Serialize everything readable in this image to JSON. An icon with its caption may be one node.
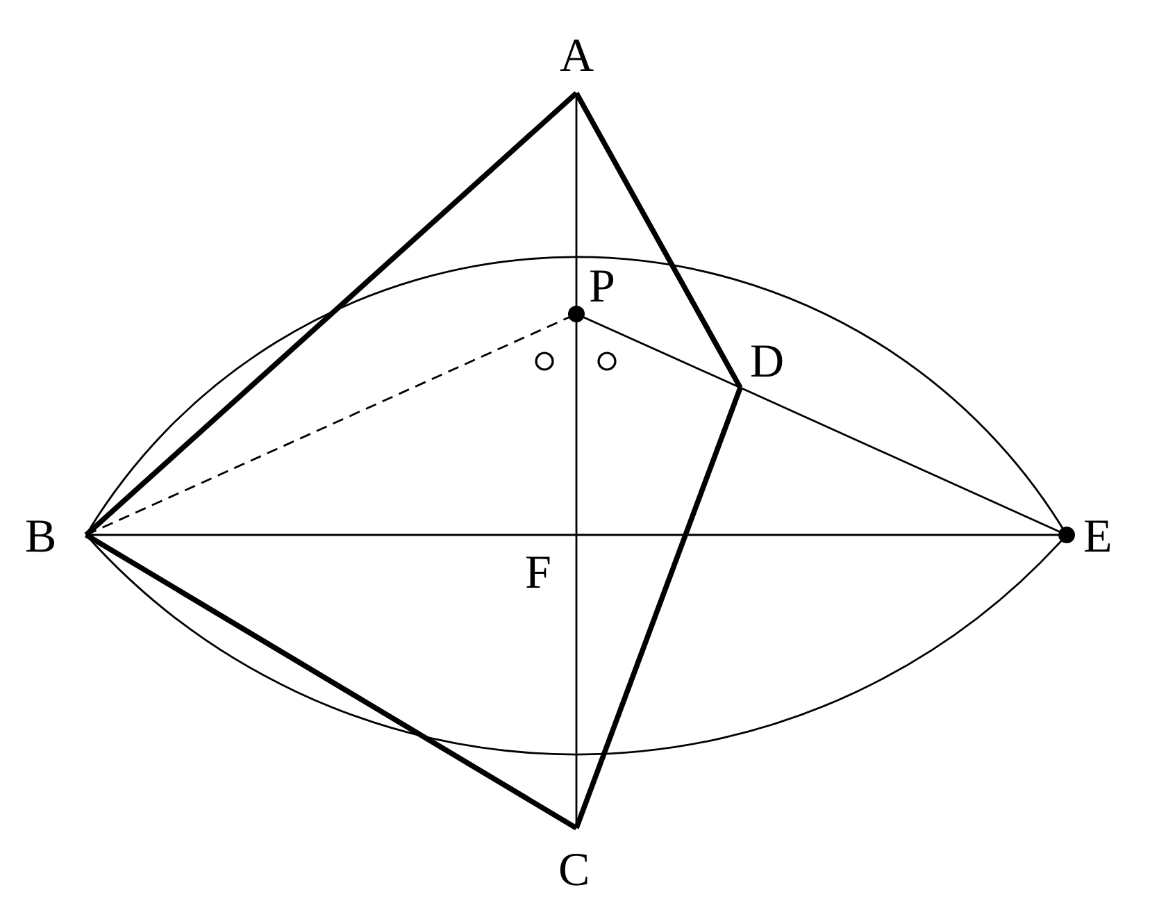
{
  "diagram": {
    "nodes": [
      {
        "text": [
          "A"
        ]
      },
      {
        "text": [
          "P"
        ]
      },
      {
        "text": [
          "D"
        ]
      },
      {
        "text": [
          "B"
        ]
      },
      {
        "text": [
          "F"
        ]
      },
      {
        "text": [
          "E"
        ]
      },
      {
        "text": [
          "C"
        ]
      }
    ],
    "edges": [
      {
        "from": 0,
        "to": 3,
        "arrow": "none",
        "style": "thick"
      },
      {
        "from": 0,
        "to": 1,
        "arrow": "none"
      },
      {
        "from": 1,
        "to": 4,
        "arrow": "none"
      },
      {
        "from": 4,
        "to": 6,
        "arrow": "none"
      },
      {
        "from": 0,
        "to": 2,
        "arrow": "none",
        "style": "thick"
      },
      {
        "from": 2,
        "to": 6,
        "arrow": "none",
        "style": "thick"
      },
      {
        "from": 3,
        "to": 6,
        "arrow": "none",
        "style": "thick"
      },
      {
        "from": 3,
        "to": 4,
        "arrow": "none"
      },
      {
        "from": 4,
        "to": 5,
        "arrow": "none"
      },
      {
        "from": 3,
        "to": 1,
        "arrow": "none",
        "style": "dashed"
      },
      {
        "from": 1,
        "to": 2,
        "arrow": "none"
      },
      {
        "from": 2,
        "to": 5,
        "arrow": "none"
      },
      {
        "from": 3,
        "to": 5,
        "arrow": "none"
      },
      {
        "from": 3,
        "to": 5,
        "arrow": "none"
      }
    ]
  }
}
